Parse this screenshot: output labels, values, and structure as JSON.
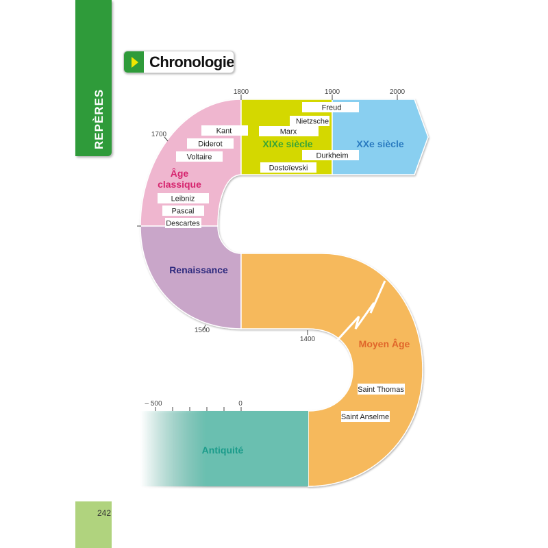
{
  "sidebar": {
    "label": "REPÈRES",
    "page_number": "242"
  },
  "section": {
    "title": "Chronologie",
    "icon": "play-triangle-icon"
  },
  "colors": {
    "green_tab": "#2f9b3a",
    "classique": "#efb6cf",
    "xix": "#d4d800",
    "xx": "#89cff0",
    "renaissance": "#c9a6c9",
    "moyen_age": "#f6b95c",
    "antiquite": "#6bbfb0"
  },
  "timeline": {
    "ticks": {
      "t1800": "1800",
      "t1900": "1900",
      "t2000": "2000",
      "t1700": "1700",
      "t1500": "1500",
      "t1400": "1400",
      "tm500": "– 500",
      "t0": "0"
    },
    "eras": {
      "age_classique_1": "Âge",
      "age_classique_2": "classique",
      "xix": "XIXe siècle",
      "xx": "XXe siècle",
      "renaissance": "Renaissance",
      "moyen_age": "Moyen Âge",
      "antiquite": "Antiquité"
    },
    "names": {
      "freud": "Freud",
      "nietzsche": "Nietzsche",
      "kant": "Kant",
      "marx": "Marx",
      "diderot": "Diderot",
      "voltaire": "Voltaire",
      "durkheim": "Durkheim",
      "dostoievski": "Dostoïevski",
      "leibniz": "Leibniz",
      "pascal": "Pascal",
      "descartes": "Descartes",
      "saint_thomas": "Saint Thomas",
      "saint_anselme": "Saint Anselme"
    }
  }
}
